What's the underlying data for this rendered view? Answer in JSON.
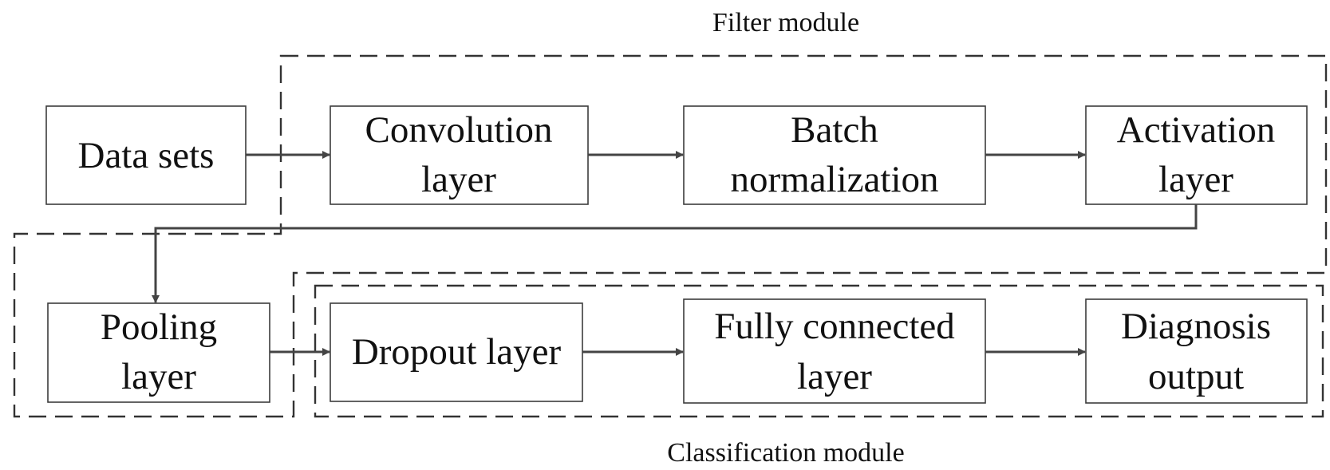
{
  "modules": {
    "filter": "Filter module",
    "classification": "Classification module"
  },
  "nodes": {
    "data_sets": [
      "Data sets"
    ],
    "convolution": [
      "Convolution",
      "layer"
    ],
    "batch_norm": [
      "Batch",
      "normalization"
    ],
    "activation": [
      "Activation",
      "layer"
    ],
    "pooling": [
      "Pooling",
      "layer"
    ],
    "dropout": [
      "Dropout layer"
    ],
    "fully_connected": [
      "Fully connected",
      "layer"
    ],
    "diagnosis": [
      "Diagnosis",
      "output"
    ]
  },
  "edges": [
    [
      "data_sets",
      "convolution"
    ],
    [
      "convolution",
      "batch_norm"
    ],
    [
      "batch_norm",
      "activation"
    ],
    [
      "activation",
      "pooling"
    ],
    [
      "pooling",
      "dropout"
    ],
    [
      "dropout",
      "fully_connected"
    ],
    [
      "fully_connected",
      "diagnosis"
    ]
  ],
  "colors": {
    "line": "#444444",
    "text": "#111111"
  }
}
